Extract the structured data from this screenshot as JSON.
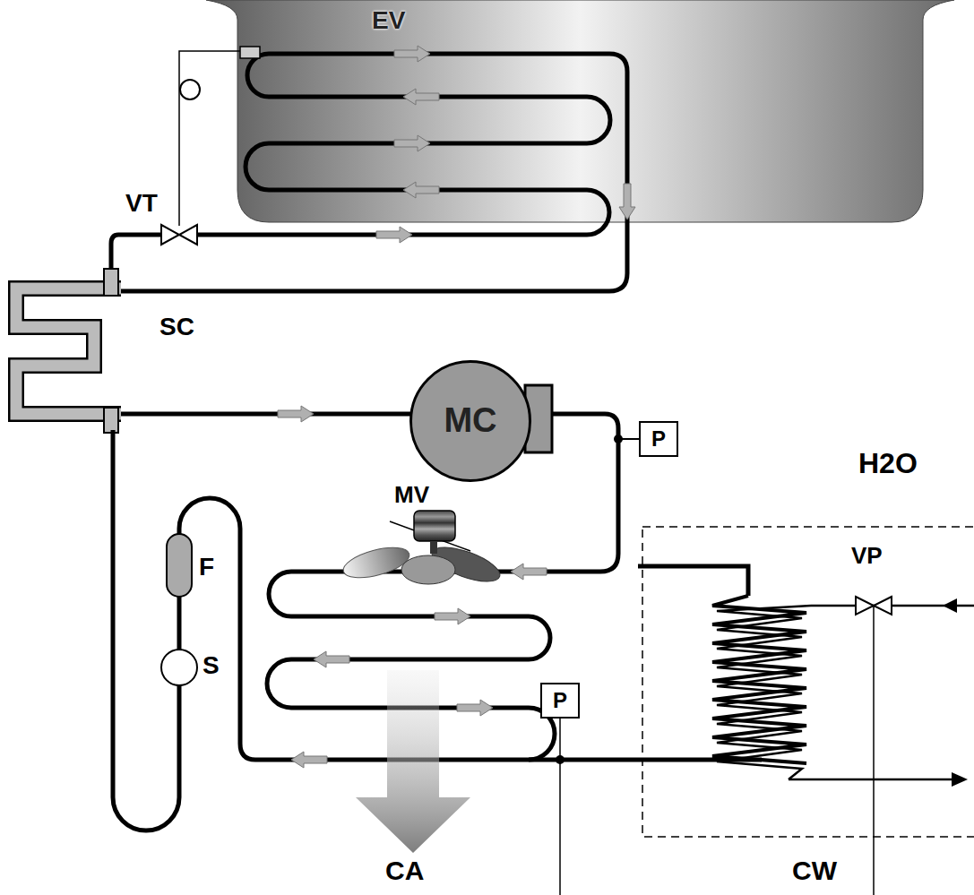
{
  "diagram": {
    "nodes": [
      {
        "text": [
          "EV"
        ]
      },
      {
        "text": [
          "MC"
        ]
      },
      {
        "text": [
          "P"
        ]
      },
      {
        "text": [
          "P"
        ]
      }
    ],
    "labels": [
      "VT",
      "SC",
      "H2O",
      "MV",
      "VP",
      "F",
      "S",
      "CA",
      "CW"
    ]
  }
}
